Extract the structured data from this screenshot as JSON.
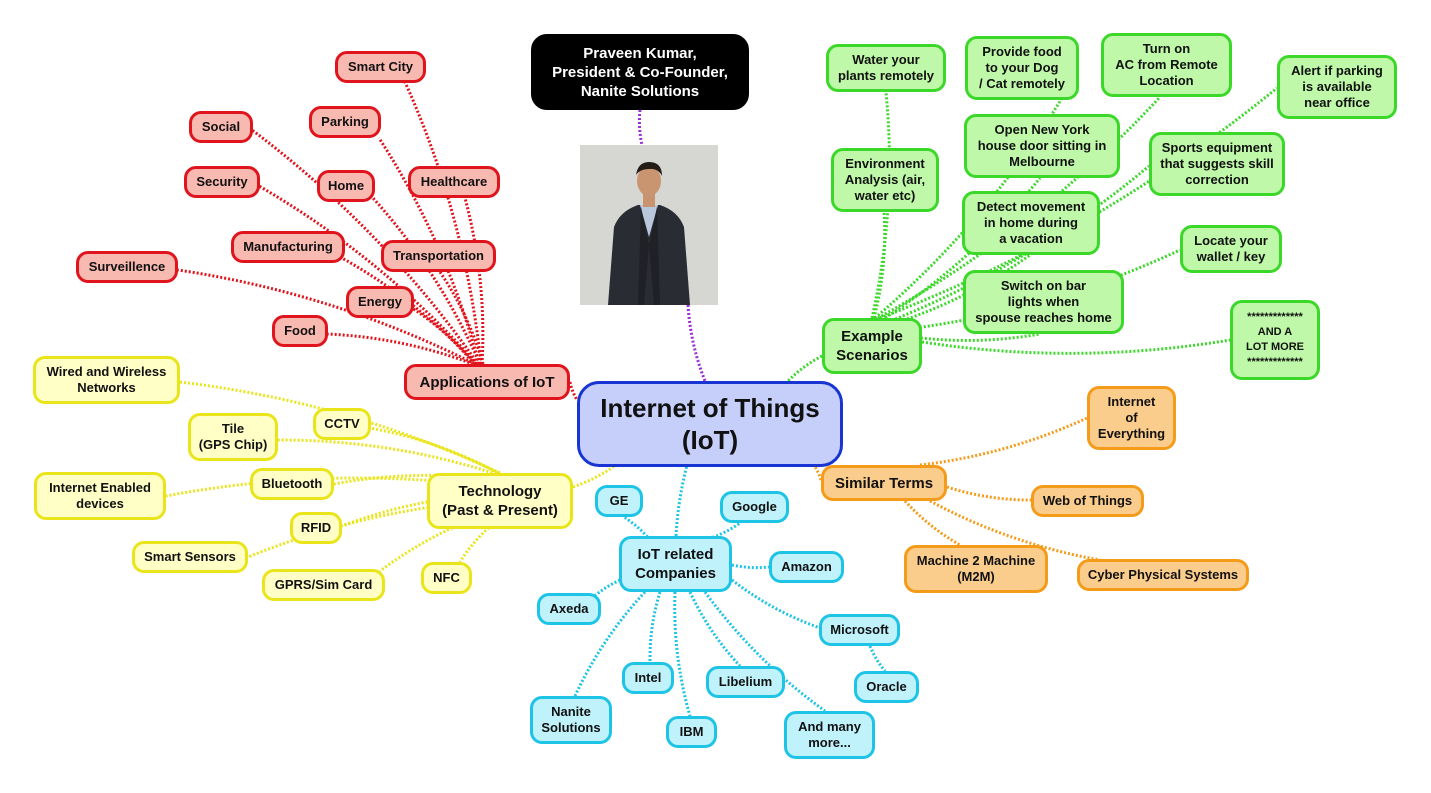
{
  "central": {
    "label": "Internet of Things\n(IoT)"
  },
  "author": {
    "label": "Praveen Kumar,\nPresident & Co-Founder,\nNanite Solutions"
  },
  "photo": {
    "description_icon": "person-photo"
  },
  "branches": {
    "applications": {
      "label": "Applications of IoT",
      "items": [
        "Smart City",
        "Parking",
        "Social",
        "Healthcare",
        "Home",
        "Security",
        "Transportation",
        "Manufacturing",
        "Surveillence",
        "Energy",
        "Food"
      ]
    },
    "technology": {
      "label": "Technology\n(Past & Present)",
      "items": [
        "Wired and Wireless\nNetworks",
        "CCTV",
        "Tile\n(GPS Chip)",
        "Bluetooth",
        "Internet Enabled\ndevices",
        "RFID",
        "Smart Sensors",
        "GPRS/Sim Card",
        "NFC"
      ]
    },
    "scenarios": {
      "label": "Example\nScenarios",
      "items": [
        "Water your\nplants remotely",
        "Provide food\nto your Dog\n/ Cat remotely",
        "Turn on\nAC from Remote\nLocation",
        "Alert if parking\nis available\nnear office",
        "Open New York\nhouse door sitting in\nMelbourne",
        "Environment\nAnalysis (air,\nwater etc)",
        "Sports equipment\nthat suggests skill\ncorrection",
        "Detect movement\nin home during\na vacation",
        "Locate your\nwallet / key",
        "Switch on bar\nlights when\nspouse reaches home",
        "*************\nAND A\nLOT MORE\n*************"
      ]
    },
    "similar": {
      "label": "Similar Terms",
      "items": [
        "Internet\nof\nEverything",
        "Web of Things",
        "Machine 2 Machine\n(M2M)",
        "Cyber Physical Systems"
      ]
    },
    "companies": {
      "label": "IoT related\nCompanies",
      "items": [
        "GE",
        "Google",
        "Amazon",
        "Axeda",
        "Microsoft",
        "Intel",
        "Libelium",
        "Oracle",
        "Nanite\nSolutions",
        "IBM",
        "And many\nmore..."
      ]
    }
  },
  "colors": {
    "applications": "#e0141c",
    "scenarios": "#3bd82a",
    "technology": "#e9e51a",
    "similar": "#f49b1a",
    "companies": "#1dc4e6",
    "author_link": "#9b2bd6"
  }
}
